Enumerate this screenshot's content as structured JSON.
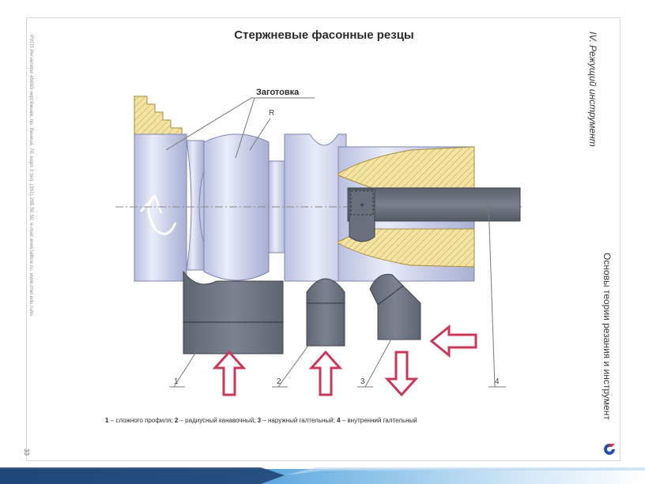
{
  "slide": {
    "title": "Стержневые фасонные резцы",
    "side_chapter": "IV. Режущий инструмент",
    "side_course": "Основы теории резания и инструмент",
    "page_number": "33",
    "credit_text": "РУГО Регнетеро 45690 чертёжная, пр. Ленина, 70, корп 3 тел. (351) 265 50 50, e-mail www.lattice.ru, www.chel.edu.ru/ru",
    "colors": {
      "accent_arrow": "#c8385a",
      "workpiece": "#c9cee8",
      "tool": "#6e7480",
      "hatch": "#e2cf79"
    }
  },
  "diagram": {
    "labels": {
      "workpiece": "Заготовка",
      "radius": "R",
      "tool1": "1",
      "tool2": "2",
      "tool3": "3",
      "tool4": "4"
    }
  },
  "legend": {
    "n1": "1",
    "t1": " – сложного профиля; ",
    "n2": "2",
    "t2": " – радиусный канавочный; ",
    "n3": "3",
    "t3": " – наружный галтельный; ",
    "n4": "4",
    "t4": " – внутренний галтельный"
  }
}
